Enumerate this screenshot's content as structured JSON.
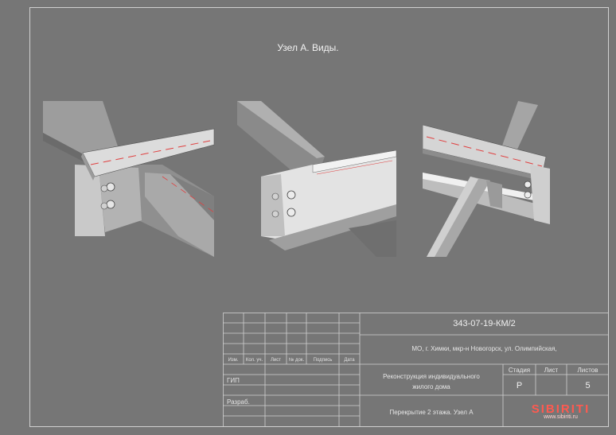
{
  "sheet_title": "Узел А. Виды.",
  "title_block": {
    "doc_code": "343-07-19-КМ/2",
    "address": "МО, г. Химки, мкр-н Новогорск, ул. Олимпийская,",
    "project_line1": "Реконструкция индивидуального",
    "project_line2": "жилого дома",
    "sheet_name": "Перекрытие 2 этажа. Узел А",
    "columns": [
      "Изм.",
      "Кол. уч.",
      "Лист",
      "№ док.",
      "Подпись",
      "Дата"
    ],
    "roles": [
      "ГИП",
      "Разраб."
    ],
    "stage_header": "Стадия",
    "sheet_header": "Лист",
    "sheets_header": "Листов",
    "stage_value": "Р",
    "sheets_value": "5"
  },
  "logo": {
    "name": "SIBIRITI",
    "site": "www.sibiriti.ru"
  },
  "views": [
    "view-1",
    "view-2",
    "view-3"
  ]
}
